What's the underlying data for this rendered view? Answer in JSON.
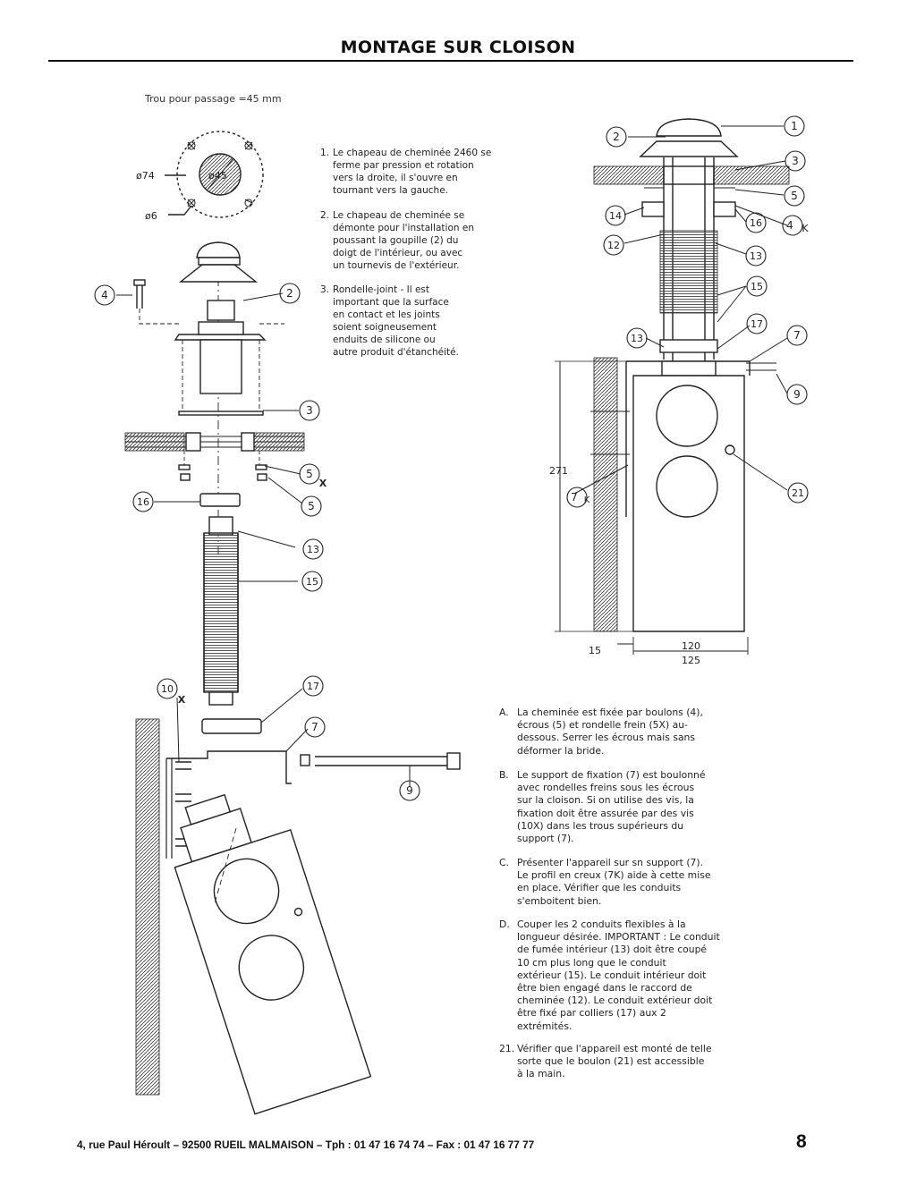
{
  "page": {
    "title": "MONTAGE SUR CLOISON",
    "hole_caption": "Trou pour passage =45 mm",
    "footer_address": "4, rue Paul Héroult – 92500 RUEIL MALMAISON – Tph : 01 47 16 74 74 – Fax : 01 47 16 77 77",
    "page_number": "8"
  },
  "hole_detail": {
    "d74": "ø74",
    "d45": "ø45",
    "d6": "ø6"
  },
  "notes": [
    {
      "num": "1.",
      "text": "Le chapeau de cheminée 2460 se\nferme par pression et rotation\nvers la droite, il s'ouvre en\ntournant vers la gauche."
    },
    {
      "num": "2.",
      "text": "Le chapeau de cheminée se\ndémonte pour l'installation en\npoussant la goupille (2) du\ndoigt de l'intérieur, ou avec\nun tournevis de l'extérieur."
    },
    {
      "num": "3.",
      "text": "Rondelle-joint - Il est\nimportant que la surface\nen contact et les joints\nsoient soigneusement\nenduits de silicone ou\nautre produit d'étanchéité."
    }
  ],
  "instructions": [
    {
      "num": "A.",
      "text": "La cheminée est fixée par boulons (4),\nécrous (5) et rondelle frein (5X) au-\ndessous. Serrer les écrous mais sans\ndéformer la bride."
    },
    {
      "num": "B.",
      "text": "Le support de fixation (7) est boulonné\navec rondelles freins sous les écrous\nsur la cloison. Si on utilise des vis, la\nfixation doit être assurée par des vis\n(10X) dans les trous supérieurs du\nsupport (7)."
    },
    {
      "num": "C.",
      "text": "Présenter l'appareil sur sn support (7).\nLe profil en creux (7K) aide à cette mise\nen place. Vérifier que les conduits\ns'emboitent bien."
    },
    {
      "num": "D.",
      "text": "Couper les 2 conduits flexibles à la\nlongueur désirée. IMPORTANT : Le conduit\nde fumée intérieur (13) doit être coupé\n10 cm plus long que le conduit\nextérieur (15). Le conduit intérieur doit\nêtre bien engagé dans le raccord de\ncheminée (12). Le conduit extérieur doit\nêtre fixé par colliers (17) aux 2\nextrémités."
    },
    {
      "num": "21.",
      "text": "Vérifier que l'appareil est monté de telle\nsorte que le boulon (21) est accessible\nà la main."
    }
  ],
  "left_callouts": {
    "c4": "4",
    "c2": "2",
    "c3": "3",
    "c16": "16",
    "c5x": "5",
    "x5": "X",
    "c5": "5",
    "c13": "13",
    "c15": "15",
    "c17": "17",
    "c10x": "10",
    "x10": "X",
    "c7": "7",
    "c9": "9"
  },
  "right_callouts": {
    "c2": "2",
    "c1": "1",
    "c3": "3",
    "c5": "5",
    "c14": "14",
    "c16": "16",
    "c4k": "4",
    "k4": "K",
    "c12": "12",
    "c13a": "13",
    "c15": "15",
    "c17": "17",
    "c13b": "13",
    "c7": "7",
    "c9": "9",
    "c7k": "7",
    "k7": "K",
    "c21": "21"
  },
  "dimensions": {
    "height": "271",
    "left_offset": "15",
    "inner_width": "120",
    "outer_width": "125"
  }
}
